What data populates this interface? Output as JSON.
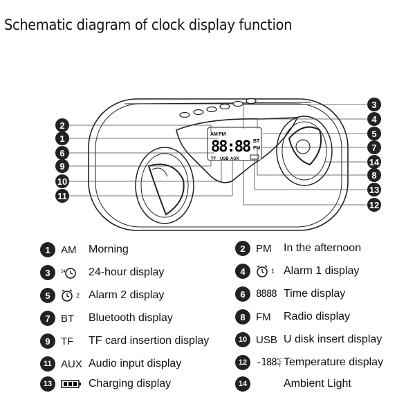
{
  "title": "Schematic diagram of clock display function",
  "lcd": {
    "am": "AM",
    "pm": "PM",
    "bt": "BT",
    "fm": "FM",
    "tf": "TF",
    "usb": "USB",
    "aux": "AUX",
    "digits": "88:88"
  },
  "callouts_left": [
    "2",
    "1",
    "6",
    "9",
    "10",
    "11"
  ],
  "callouts_right": [
    "3",
    "4",
    "5",
    "7",
    "14",
    "8",
    "13",
    "12"
  ],
  "legend": [
    {
      "num": "1",
      "symbol": "AM",
      "desc": "Morning"
    },
    {
      "num": "2",
      "symbol": "PM",
      "desc": "In the afternoon"
    },
    {
      "num": "3",
      "symbol_icon": "alarm-clock-24-icon",
      "desc": "24-hour display"
    },
    {
      "num": "4",
      "symbol_icon": "alarm-1-icon",
      "symbol_sub": "1",
      "desc": "Alarm 1 display"
    },
    {
      "num": "5",
      "symbol_icon": "alarm-2-icon",
      "symbol_sub": "2",
      "desc": "Alarm 2 display"
    },
    {
      "num": "6",
      "symbol": "8888",
      "desc": "Time display"
    },
    {
      "num": "7",
      "symbol": "BT",
      "desc": "Bluetooth display"
    },
    {
      "num": "8",
      "symbol": "FM",
      "desc": "Radio display"
    },
    {
      "num": "9",
      "symbol": "TF",
      "desc": "TF card insertion display"
    },
    {
      "num": "10",
      "symbol": "USB",
      "desc": "U disk insert display"
    },
    {
      "num": "11",
      "symbol": "AUX",
      "desc": "Audio input display"
    },
    {
      "num": "12",
      "symbol": "-188",
      "symbol_unit": "℃℉",
      "desc": "Temperature display"
    },
    {
      "num": "13",
      "symbol_icon": "battery-icon",
      "desc": "Charging display"
    },
    {
      "num": "14",
      "symbol": "",
      "desc": "Ambient Light"
    }
  ]
}
